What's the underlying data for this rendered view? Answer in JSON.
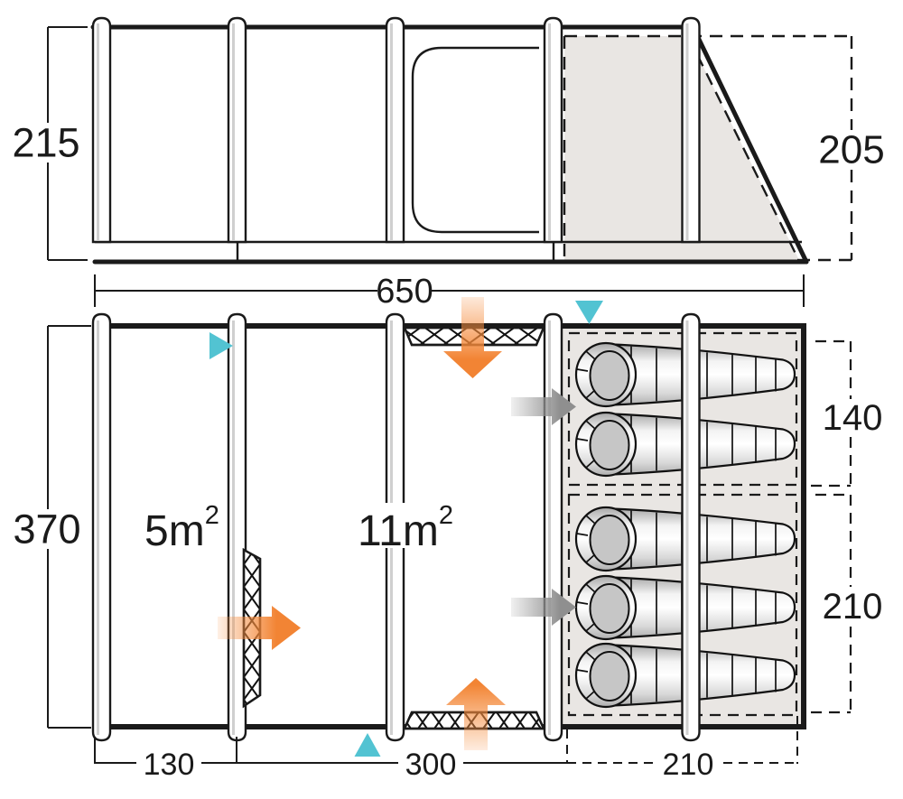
{
  "diagram": {
    "type": "tent-floorplan",
    "side_view": {
      "height_cm": "215",
      "awning_height_cm": "205"
    },
    "dims": {
      "length_cm": "650",
      "width_cm": "370",
      "bed_top_cm": "140",
      "bed_bottom_cm": "210",
      "porch_cm": "130",
      "living_cm": "300",
      "bedroom_cm": "210"
    },
    "rooms": {
      "porch_area": {
        "v": "5m",
        "sup": "2"
      },
      "living_area": {
        "v": "11m",
        "sup": "2"
      }
    },
    "sleeping_bags": {
      "count": 5,
      "top_compartment": 2,
      "bottom_compartment": 3
    },
    "colors": {
      "line": "#1a1a1a",
      "shade": "#e9e6e3",
      "teal": "#52c3d2",
      "orange": "#f28434",
      "gray_arrow": "#8f8f8f"
    }
  }
}
